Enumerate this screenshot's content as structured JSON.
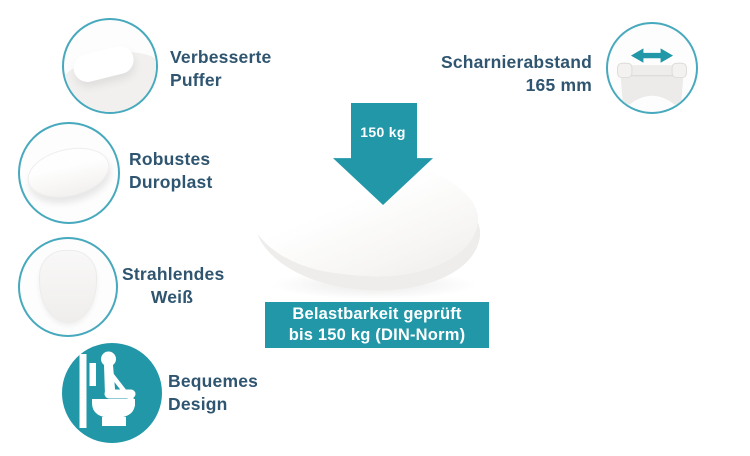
{
  "colors": {
    "accent_teal": "#2197a8",
    "circle_outline_teal": "#47a9bd",
    "label_navy": "#2f5570",
    "background_white": "#ffffff",
    "product_gray": "#efedeb"
  },
  "callouts": {
    "puffer": {
      "line1": "Verbesserte",
      "line2": "Puffer"
    },
    "duroplast": {
      "line1": "Robustes",
      "line2": "Duroplast"
    },
    "weiss": {
      "line1": "Strahlendes",
      "line2": "Weiß"
    },
    "design": {
      "line1": "Bequemes",
      "line2": "Design"
    },
    "scharnier": {
      "line1": "Scharnierabstand",
      "line2": "165 mm"
    }
  },
  "load_test": {
    "arrow_label": "150 kg",
    "banner": {
      "line1": "Belastbarkeit geprüft",
      "line2": "bis 150 kg (DIN-Norm)"
    }
  },
  "icons": {
    "buffer_photo": "buffer-closeup",
    "seat_angled_photo": "toilet-seat-angled",
    "seat_top_photo": "toilet-seat-top-view",
    "person_icon": "person-sitting-on-toilet",
    "hinge_photo": "toilet-seat-rear-hinges",
    "width_arrow": "horizontal-double-arrow",
    "down_arrow": "down-arrow-150kg"
  }
}
